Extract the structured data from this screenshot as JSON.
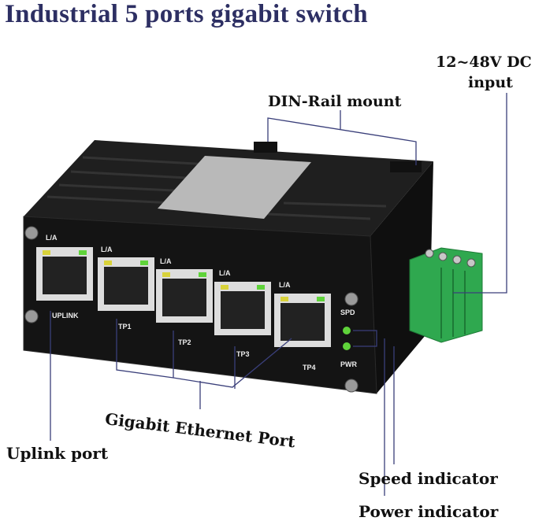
{
  "title": "Industrial 5 ports gigabit switch",
  "callouts": {
    "din_rail": "DIN-Rail mount",
    "power_input_line1": "12~48V DC",
    "power_input_line2": "input",
    "gigabit_ports": "Gigabit Ethernet Port",
    "uplink": "Uplink port",
    "speed": "Speed indicator",
    "power": "Power indicator"
  },
  "device": {
    "port_labels": [
      "UPLINK",
      "TP1",
      "TP2",
      "TP3",
      "TP4"
    ],
    "la_label": "L/A",
    "spd_label": "SPD",
    "pwr_label": "PWR",
    "colors": {
      "body": "#161616",
      "terminal": "#2fa84f",
      "led_green": "#5fd33a",
      "led_yellow": "#d8d23a",
      "annotation_line": "#3a3f7a"
    }
  }
}
